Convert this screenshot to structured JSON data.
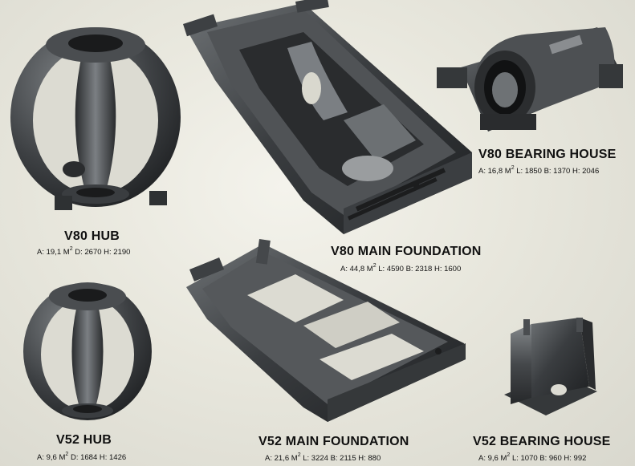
{
  "parts": {
    "v80_hub": {
      "title": "V80 HUB",
      "area": "19,1",
      "unit": "M",
      "exponent": "2",
      "dims": "D: 2670 H: 2190"
    },
    "v80_main_foundation": {
      "title": "V80 MAIN FOUNDATION",
      "area": "44,8",
      "unit": "M",
      "exponent": "2",
      "dims": "L: 4590 B: 2318 H: 1600"
    },
    "v80_bearing_house": {
      "title": "V80 BEARING HOUSE",
      "area": "16,8",
      "unit": "M",
      "exponent": "2",
      "dims": "L: 1850 B: 1370 H: 2046"
    },
    "v52_hub": {
      "title": "V52 HUB",
      "area": "9,6",
      "unit": "M",
      "exponent": "2",
      "dims": "D: 1684 H: 1426"
    },
    "v52_main_foundation": {
      "title": "V52 MAIN FOUNDATION",
      "area": "21,6",
      "unit": "M",
      "exponent": "2",
      "dims": "L: 3224 B: 2115 H: 880"
    },
    "v52_bearing_house": {
      "title": "V52 BEARING HOUSE",
      "area": "9,6",
      "unit": "M",
      "exponent": "2",
      "dims": "L: 1070 B: 960 H: 992"
    }
  },
  "labels": {
    "area_prefix": "A:"
  },
  "colors": {
    "background": "#e8e7dd",
    "casting_dark": "#2b2d2f",
    "casting_mid": "#55585b",
    "casting_light": "#8c9093",
    "text": "#111111"
  },
  "icons": {
    "v80_hub": "hub-casting",
    "v80_main_foundation": "main-foundation-casting",
    "v80_bearing_house": "bearing-house-casting",
    "v52_hub": "hub-casting",
    "v52_main_foundation": "main-foundation-casting",
    "v52_bearing_house": "bearing-house-casting"
  }
}
